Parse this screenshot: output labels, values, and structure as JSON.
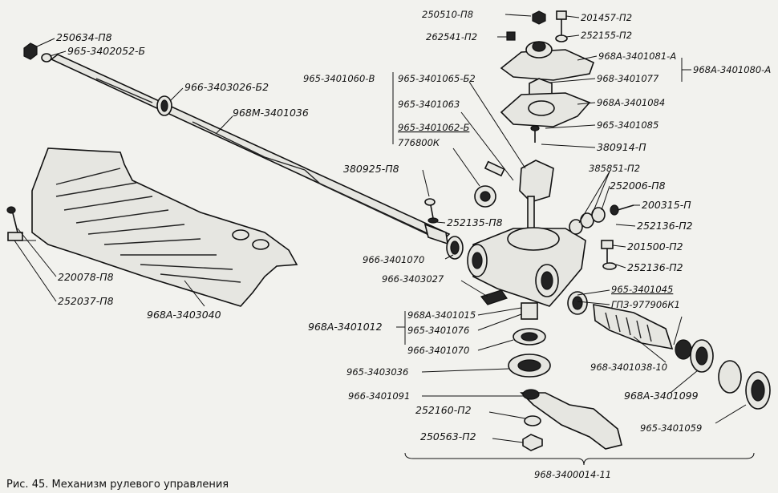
{
  "caption": "Рис. 45. Механизм рулевого управления",
  "labels": {
    "l01": "250634-П8",
    "l02": "965-3402052-Б",
    "l03": "966-3403026-Б2",
    "l04": "968М-3401036",
    "l05": "220078-П8",
    "l06": "252037-П8",
    "l07": "968А-3403040",
    "l08": "250510-П8",
    "l09": "201457-П2",
    "l10": "262541-П2",
    "l11": "252155-П2",
    "l12": "968А-3401081-А",
    "l13": "968А-3401080-А",
    "l14": "965-3401060-В",
    "l15": "965-3401065-Б2",
    "l16": "968-3401077",
    "l17": "965-3401063",
    "l18": "968А-3401084",
    "l19": "965-3401062-Б",
    "l20": "776800К",
    "l21": "965-3401085",
    "l22": "380914-П",
    "l23": "380925-П8",
    "l24": "385851-П2",
    "l25": "252006-П8",
    "l26": "200315-П",
    "l27": "252135-П8",
    "l28": "252136-П2",
    "l29": "201500-П2",
    "l30": "966-3401070",
    "l31": "252136-П2",
    "l32": "966-3403027",
    "l33": "965-3401045",
    "l34": "ГПЗ-977906К1",
    "l35": "968А-3401015",
    "l36": "968А-3401012",
    "l37": "965-3401076",
    "l38": "966-3401070",
    "l39": "968-3401038-10",
    "l40": "965-3403036",
    "l41": "968А-3401099",
    "l42": "966-3401091",
    "l43": "252160-П2",
    "l44": "965-3401059",
    "l45": "250563-П2",
    "l46": "968-3400014-11"
  }
}
